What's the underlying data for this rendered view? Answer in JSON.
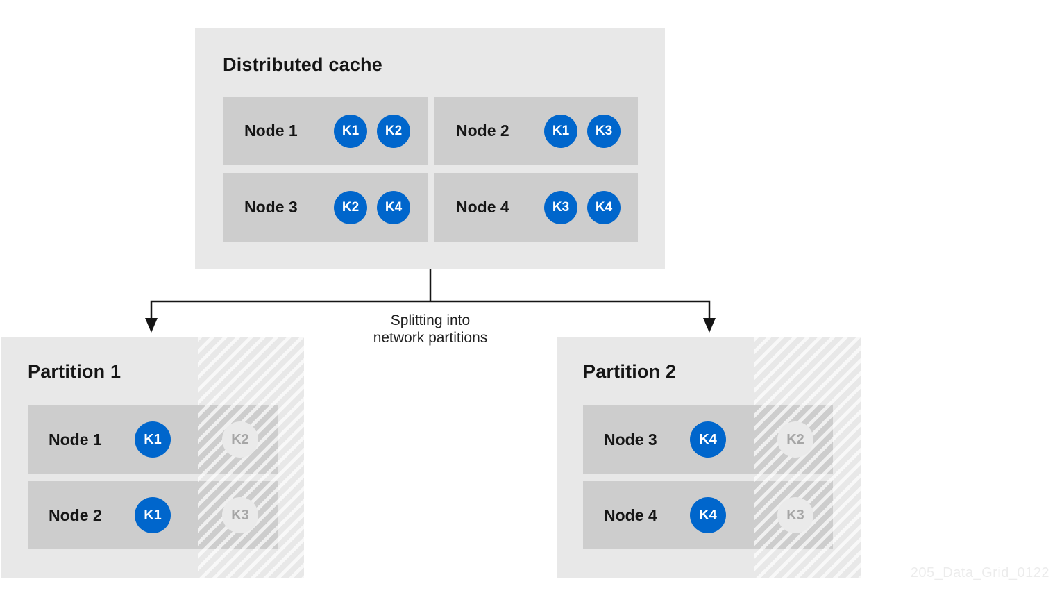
{
  "colors": {
    "page_bg": "#ffffff",
    "outer_box": "#e8e8e8",
    "node_box": "#cdcdcd",
    "key_blue": "#0066cc",
    "key_text": "#ffffff",
    "faded_circle": "#eaeaea",
    "faded_text": "#a6a6a6",
    "text_dark": "#151515",
    "arrow": "#151515",
    "watermark": "#ececec"
  },
  "distributed_cache": {
    "title": "Distributed cache",
    "nodes": [
      {
        "label": "Node 1",
        "keys": [
          "K1",
          "K2"
        ]
      },
      {
        "label": "Node 2",
        "keys": [
          "K1",
          "K3"
        ]
      },
      {
        "label": "Node 3",
        "keys": [
          "K2",
          "K4"
        ]
      },
      {
        "label": "Node 4",
        "keys": [
          "K3",
          "K4"
        ]
      }
    ]
  },
  "split_label": {
    "line1": "Splitting into",
    "line2": "network partitions"
  },
  "partitions": [
    {
      "title": "Partition 1",
      "nodes": [
        {
          "label": "Node 1",
          "active_key": "K1",
          "lost_key": "K2"
        },
        {
          "label": "Node 2",
          "active_key": "K1",
          "lost_key": "K3"
        }
      ]
    },
    {
      "title": "Partition 2",
      "nodes": [
        {
          "label": "Node 3",
          "active_key": "K4",
          "lost_key": "K2"
        },
        {
          "label": "Node 4",
          "active_key": "K4",
          "lost_key": "K3"
        }
      ]
    }
  ],
  "watermark": "205_Data_Grid_0122"
}
